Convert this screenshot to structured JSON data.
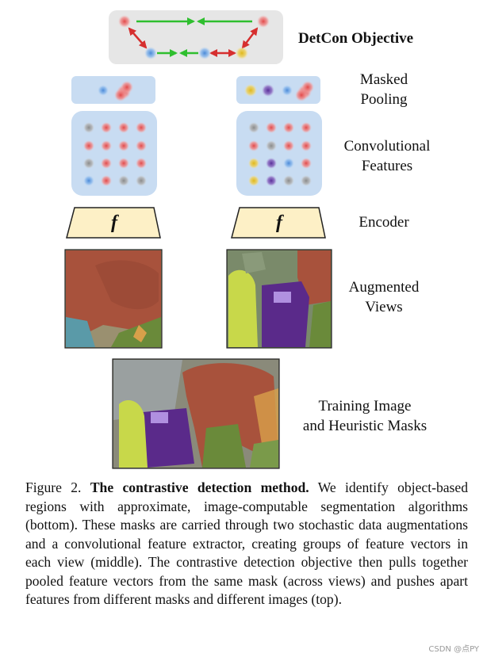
{
  "figure": {
    "labels": {
      "objective": "DetCon Objective",
      "masked_pooling": "Masked\nPooling",
      "conv_features": "Convolutional\nFeatures",
      "encoder": "Encoder",
      "augmented_views": "Augmented\nViews",
      "training_image": "Training Image\nand Heuristic Masks"
    },
    "encoder_symbol": "f",
    "colors": {
      "box_bg": "#c8dcf2",
      "objective_bg": "#e6e6e6",
      "encoder_fill": "#fdf0c6",
      "pull_arrow": "#2fbf2f",
      "push_arrow": "#d62f2f",
      "red_dot": "#e24a4a",
      "blue_dot": "#5a9be0",
      "yellow_dot": "#e6c22a",
      "purple_dot": "#6b3fa8",
      "gray_dot": "#9a9a9a",
      "elephant_mask": "#b5583f",
      "piano_mask": "#5a2a8a",
      "person_mask": "#c8d84a",
      "foliage_mask": "#6a8a3a"
    }
  },
  "caption": {
    "prefix": "Figure 2.",
    "title": "The contrastive detection method.",
    "body": "We identify object-based regions with approximate, image-computable segmentation algorithms (bottom). These masks are carried through two stochastic data augmentations and a convolutional feature extractor, creating groups of feature vectors in each view (middle). The contrastive detection objective then pulls together pooled feature vectors from the same mask (across views) and pushes apart features from different masks and different images (top)."
  },
  "watermark": "CSDN @点PY"
}
